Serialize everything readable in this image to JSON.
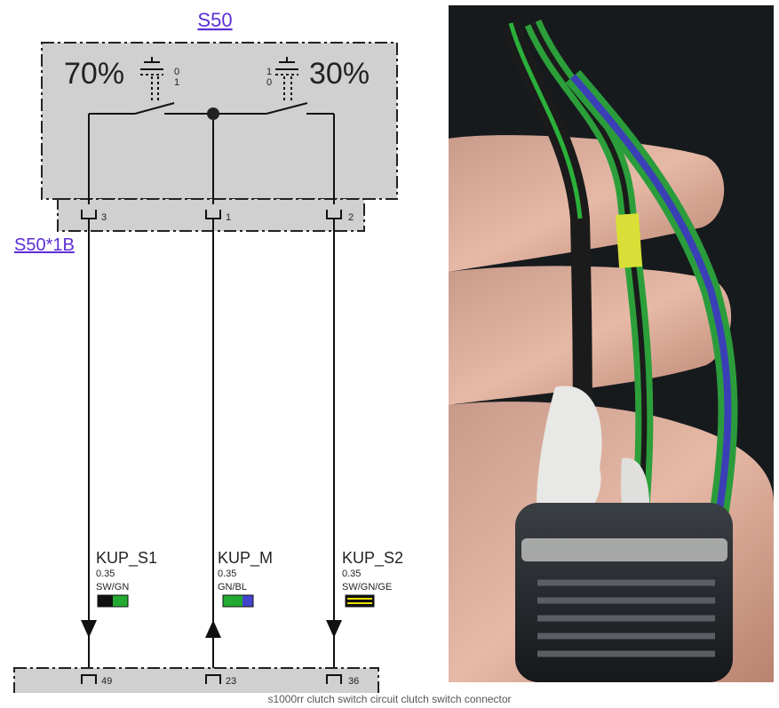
{
  "diagram": {
    "component_label": "S50",
    "connector_label": "S50*1B",
    "switch_left_percent": "70%",
    "switch_right_percent": "30%",
    "switch_left_states": [
      "0",
      "1"
    ],
    "switch_right_states": [
      "1",
      "0"
    ],
    "pins": [
      {
        "id": "3"
      },
      {
        "id": "1"
      },
      {
        "id": "2"
      }
    ],
    "wires": [
      {
        "name": "KUP_S1",
        "gauge": "0.35",
        "color_code": "SW/GN",
        "colors": [
          "#111111",
          "#22aa33"
        ],
        "direction": "down",
        "bottom_pin": "49"
      },
      {
        "name": "KUP_M",
        "gauge": "0.35",
        "color_code": "GN/BL",
        "colors": [
          "#22aa33",
          "#4444cc"
        ],
        "direction": "up",
        "bottom_pin": "23"
      },
      {
        "name": "KUP_S2",
        "gauge": "0.35",
        "color_code": "SW/GN/GE",
        "colors": [
          "#111111",
          "#22aa33",
          "#e8e000"
        ],
        "direction": "down",
        "bottom_pin": "36"
      }
    ]
  },
  "photo": {
    "subject": "clutch switch connector with three wires"
  },
  "caption": "s1000rr clutch switch circuit clutch switch connector"
}
